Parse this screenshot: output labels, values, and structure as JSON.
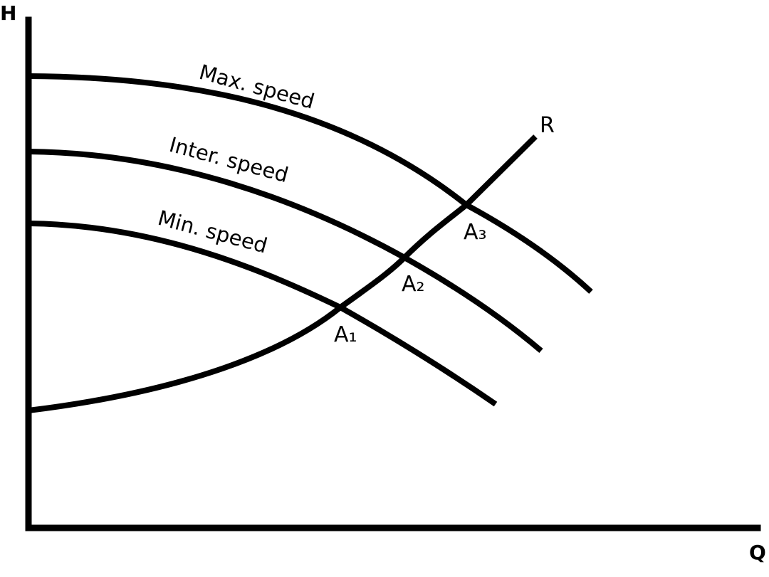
{
  "axes": {
    "y_label": "H",
    "x_label": "Q"
  },
  "curves": [
    {
      "id": "max",
      "label": "Max. speed"
    },
    {
      "id": "inter",
      "label": "Inter. speed"
    },
    {
      "id": "min",
      "label": "Min. speed"
    }
  ],
  "system_curve": {
    "label": "R"
  },
  "operating_points": [
    {
      "label": "A₁"
    },
    {
      "label": "A₂"
    },
    {
      "label": "A₃"
    }
  ],
  "colors": {
    "line": "#000000",
    "background": "#ffffff"
  }
}
